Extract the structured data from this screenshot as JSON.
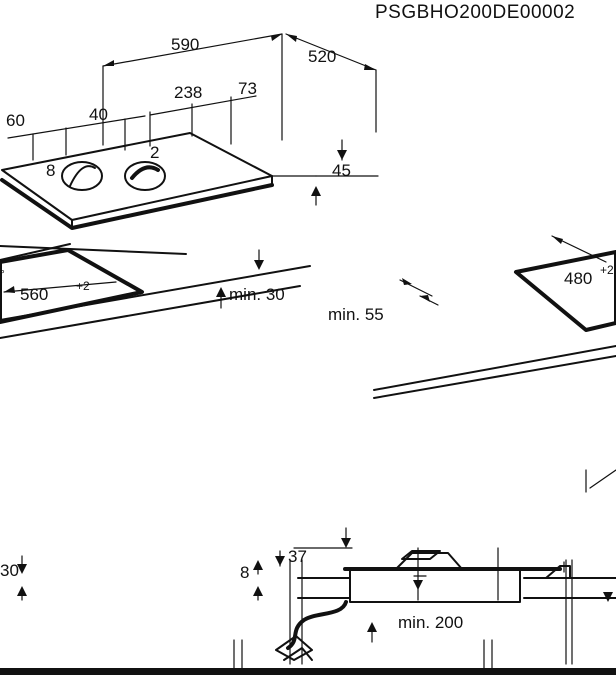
{
  "drawing_code": "PSGBHO200DE00002",
  "dimensions": {
    "width_total": "590",
    "depth_total": "520",
    "burner_offset": "238",
    "burner_offset_2": "73",
    "left_margin": "60",
    "burner_spacing": "40",
    "height": "45",
    "cutout_width": "560",
    "cutout_tolerance": "+2",
    "cutout_depth": "480",
    "min_front_clearance": "min. 30",
    "min_side_clearance": "min. 55",
    "side_label": "30",
    "section_gap": "8",
    "section_thickness": "37",
    "min_below": "min. 200"
  },
  "burner_marks": {
    "left": "8",
    "right": "2"
  }
}
